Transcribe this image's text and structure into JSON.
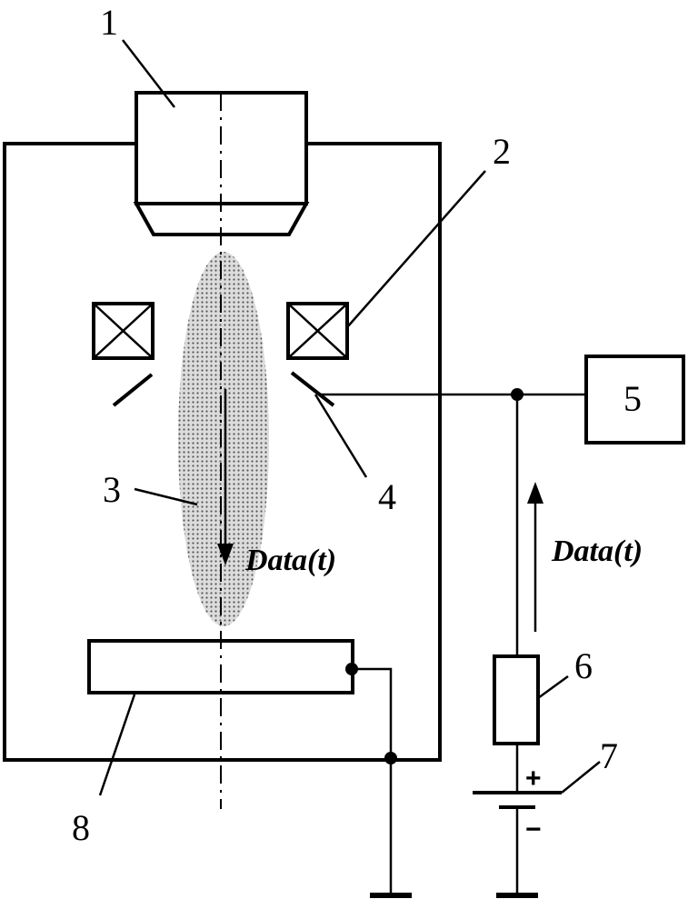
{
  "labels": {
    "l1": "1",
    "l2": "2",
    "l3": "3",
    "l4": "4",
    "l5": "5",
    "l6": "6",
    "l7": "7",
    "l8": "8"
  },
  "signals": {
    "beam": "Data(t)",
    "circuit": "Data(t)"
  },
  "battery": {
    "plus": "+",
    "minus": "−"
  },
  "colors": {
    "stroke": "#000000",
    "background": "#ffffff"
  }
}
